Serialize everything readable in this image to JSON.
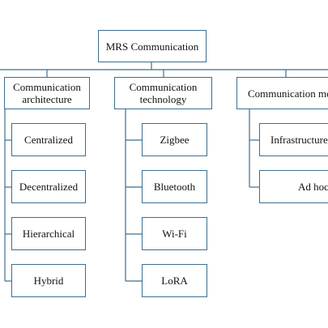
{
  "root": {
    "label": "MRS Communication"
  },
  "categories": [
    {
      "label": "Communication\narchitecture",
      "items": [
        "Centralized",
        "Decentralized",
        "Hierarchical",
        "Hybrid"
      ]
    },
    {
      "label": "Communication\ntechnology",
      "items": [
        "Zigbee",
        "Bluetooth",
        "Wi-Fi",
        "LoRA"
      ]
    },
    {
      "label": "Communication mo",
      "items": [
        "Infrastructure",
        "Ad hoc"
      ]
    }
  ],
  "colors": {
    "line": "#3d6e8f",
    "box_border": "#3d6e8f"
  }
}
